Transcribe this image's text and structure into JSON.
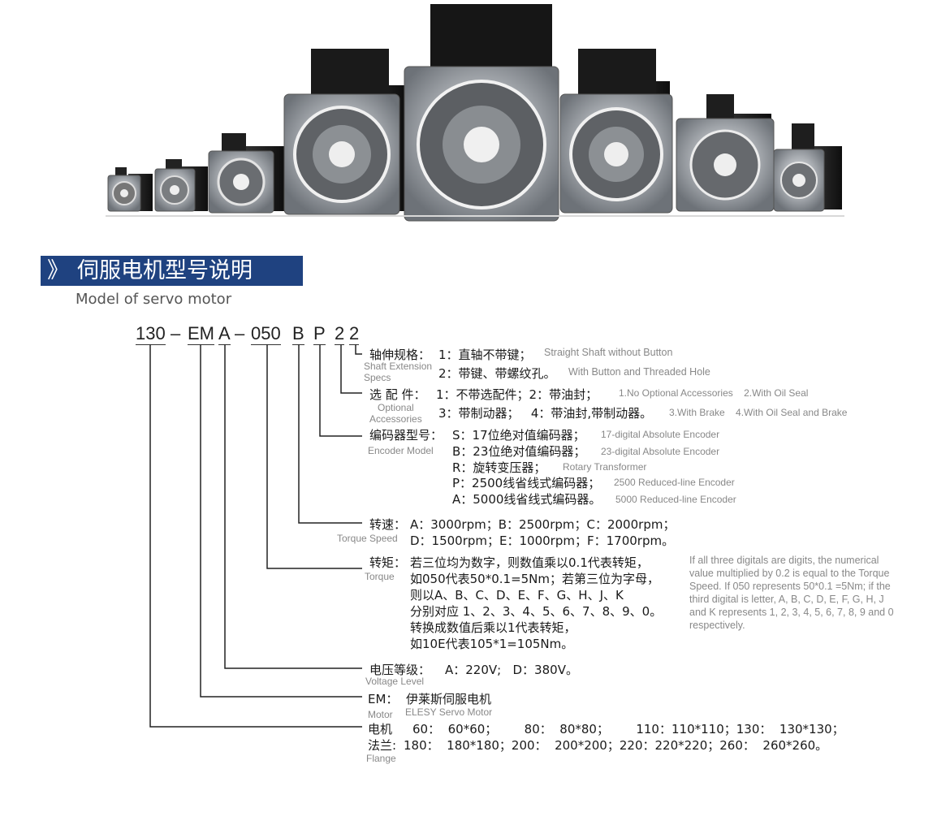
{
  "header": {
    "title_cn": "伺服电机型号说明",
    "title_mark": "》",
    "subtitle_en": "Model of servo motor"
  },
  "code": {
    "part1": "130",
    "dash1": "–",
    "part2": "EM",
    "part3": "A",
    "dash2": "–",
    "part4": "050",
    "part5": "B",
    "part6": "P",
    "part7": "2",
    "part8": "2"
  },
  "shaft": {
    "label_cn": "轴伸规格：",
    "label_en": "Shaft Extension\nSpecs",
    "opt1_cn": "1：直轴不带键；",
    "opt1_en": "Straight Shaft without Button",
    "opt2_cn": "2：带键、带螺纹孔。",
    "opt2_en": "With Button and Threaded Hole"
  },
  "accessories": {
    "label_cn": "选 配 件：",
    "label_en": "Optional\nAccessories",
    "opt12_cn": "1：不带选配件；2：带油封；",
    "opt12_en": "1.No Optional Accessories    2.With Oil Seal",
    "opt34_cn": "3：带制动器；   4：带油封,带制动器。",
    "opt34_en": "3.With Brake    4.With Oil Seal and Brake"
  },
  "encoder": {
    "label_cn": "编码器型号：",
    "label_en": "Encoder Model",
    "items": [
      {
        "cn": "S：17位绝对值编码器；",
        "en": "17-digital Absolute Encoder"
      },
      {
        "cn": "B：23位绝对值编码器；",
        "en": "23-digital Absolute Encoder"
      },
      {
        "cn": "R：旋转变压器；",
        "en": "Rotary Transformer"
      },
      {
        "cn": "P：2500线省线式编码器；",
        "en": "2500 Reduced-line Encoder"
      },
      {
        "cn": "A：5000线省线式编码器。",
        "en": "5000 Reduced-line Encoder"
      }
    ]
  },
  "speed": {
    "label_cn": "转速：",
    "label_en": "Torque Speed",
    "line1": "A：3000rpm；B：2500rpm；C：2000rpm；",
    "line2": "D：1500rpm；E：1000rpm；F：1700rpm。"
  },
  "torque": {
    "label_cn": "转矩：",
    "label_en": "Torque",
    "lines": [
      "若三位均为数字，则数值乘以0.1代表转矩，",
      "如050代表50*0.1=5Nm；若第三位为字母，",
      "则以A、B、C、D、E、F、G、H、J、K",
      "分别对应 1、2、3、4、5、6、7、8、9、0。",
      "转换成数值后乘以1代表转矩，",
      "如10E代表105*1=105Nm。"
    ],
    "desc_en": "If all three digitals are digits, the numerical value multiplied by 0.2 is equal to the Torque Speed. If 050 represents 50*0.1 =5Nm; if the third digital is letter, A, B, C, D, E, F, G, H, J and K represents 1, 2, 3, 4, 5, 6, 7, 8, 9 and 0 respectively."
  },
  "voltage": {
    "label_cn": "电压等级：",
    "label_en": "Voltage Level",
    "values": "A：220V;   D：380V。"
  },
  "motor": {
    "label_cn": "EM：",
    "label_en": "Motor",
    "value_cn": "伊莱斯伺服电机",
    "value_en": "ELESY Servo Motor"
  },
  "flange": {
    "label_cn1": "电机",
    "label_cn2": "法兰:",
    "label_en": "Flange",
    "line1": "60：  60*60；       80：  80*80；       110：110*110；130：  130*130；",
    "line2": "180：  180*180；200：  200*200；220：220*220；260：  260*260。"
  },
  "colors": {
    "banner_bg": "#1f4280",
    "motor_body": "#1c1c1c",
    "motor_flange": "#b9bcc0"
  },
  "image": {
    "alt": "servo-motor-product-lineup"
  }
}
